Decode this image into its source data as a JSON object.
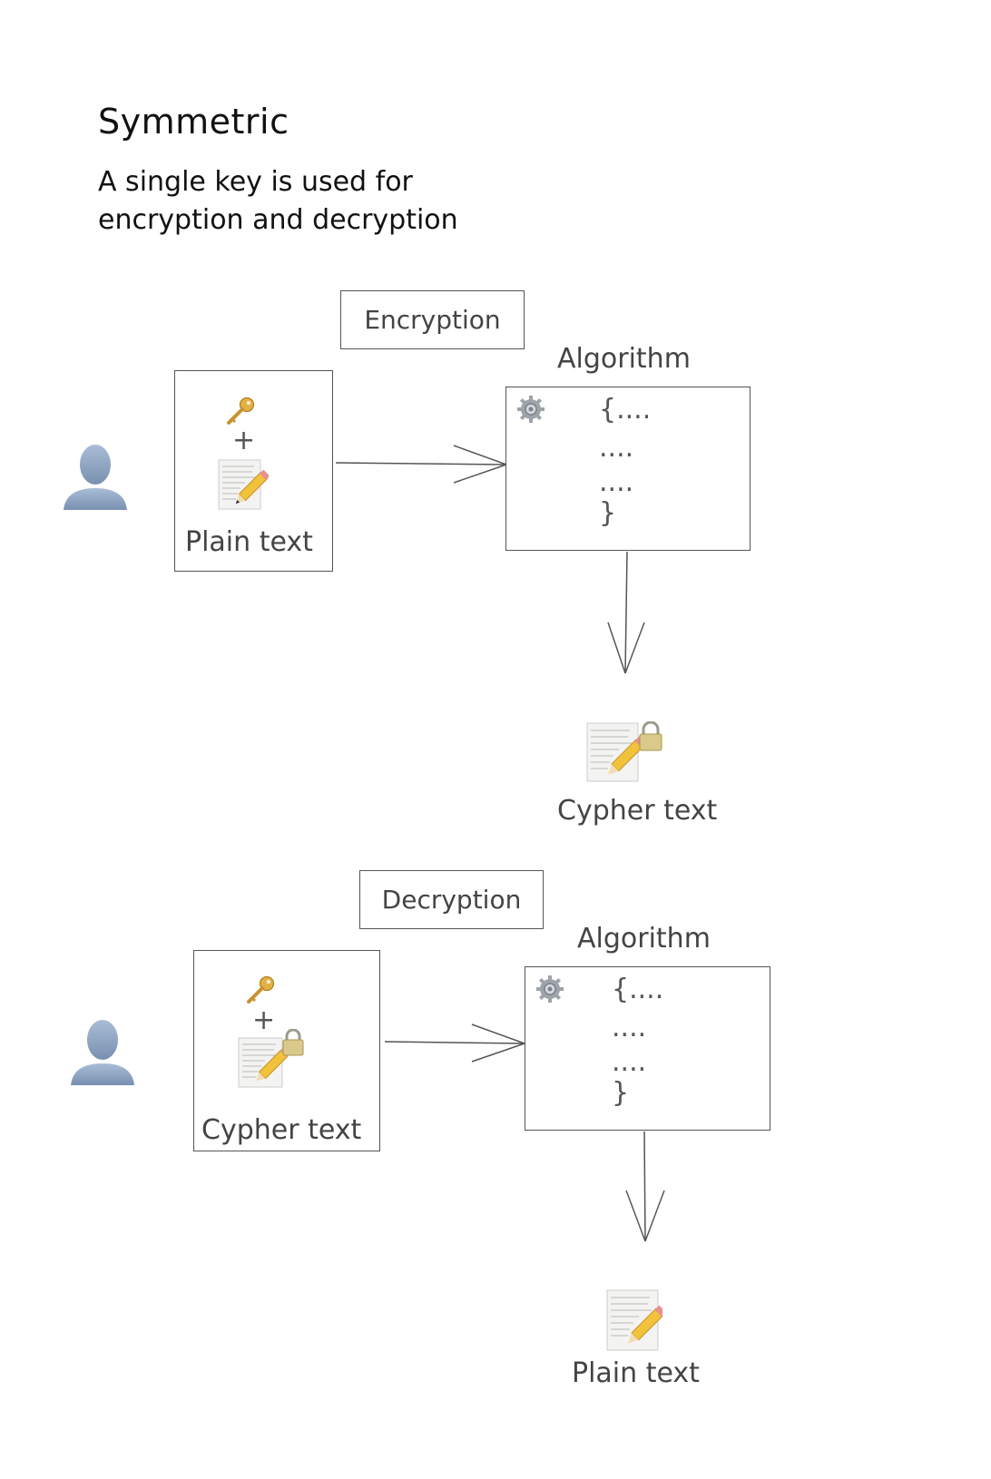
{
  "title": "Symmetric",
  "subtitle": {
    "line1": "A single key is used for",
    "line2": "encryption and decryption"
  },
  "encryption": {
    "section_label": "Encryption",
    "algorithm_label": "Algorithm",
    "code_lines": [
      "{....",
      "....",
      "....",
      "}"
    ],
    "plus": "+",
    "input_caption": "Plain text",
    "output_caption": "Cypher text",
    "icons": [
      "user-icon",
      "key-icon",
      "document-icon",
      "gear-icon",
      "locked-document-icon"
    ]
  },
  "decryption": {
    "section_label": "Decryption",
    "algorithm_label": "Algorithm",
    "code_lines": [
      "{....",
      "....",
      "....",
      "}"
    ],
    "plus": "+",
    "input_caption": "Cypher text",
    "output_caption": "Plain text",
    "icons": [
      "user-icon",
      "key-icon",
      "locked-document-icon",
      "gear-icon",
      "document-icon"
    ]
  },
  "colors": {
    "stroke": "#555555",
    "user": "#8fa6c2",
    "key": "#d9a33a",
    "lock": "#c9b77a"
  }
}
